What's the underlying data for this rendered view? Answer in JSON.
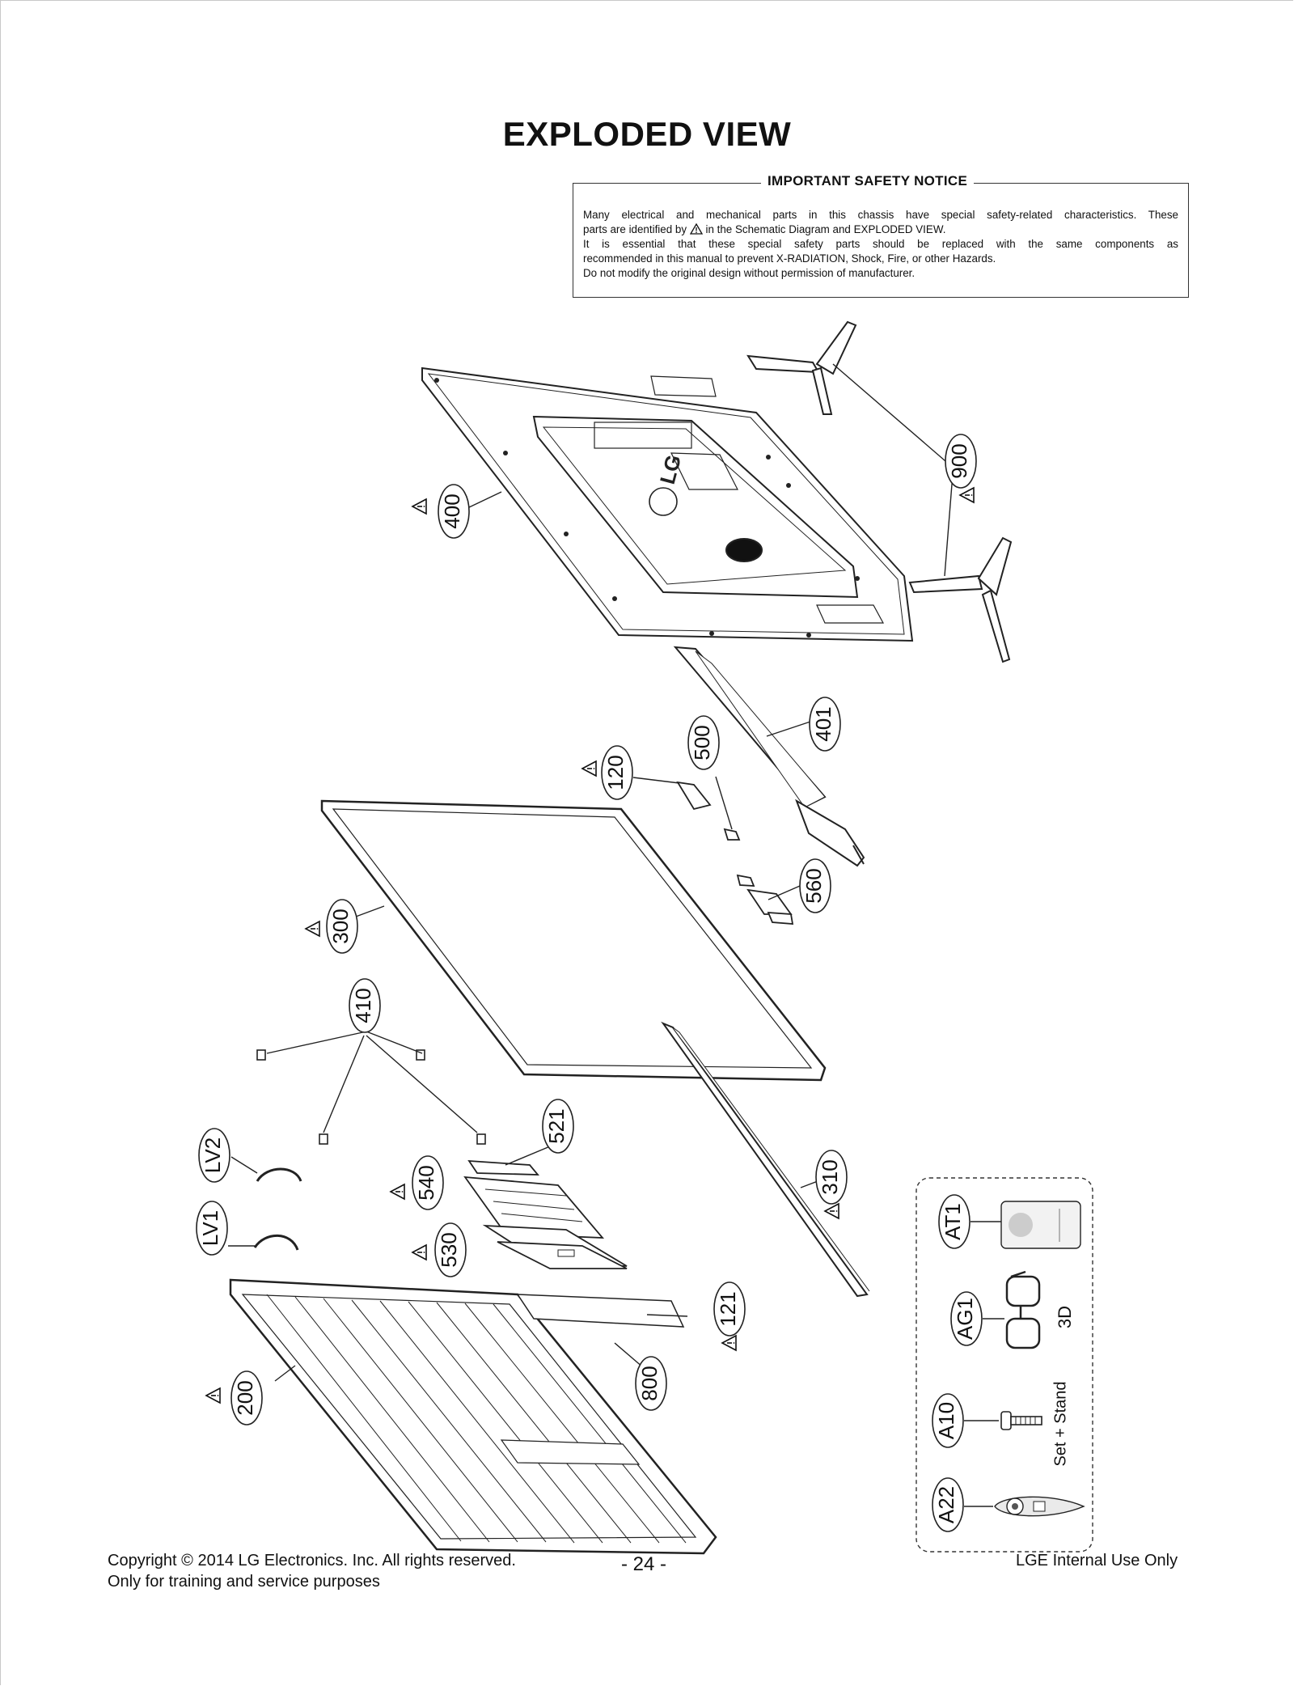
{
  "page": {
    "title": "EXPLODED VIEW",
    "page_number": "- 24 -"
  },
  "notice": {
    "title": "IMPORTANT SAFETY NOTICE",
    "line1": "Many electrical and mechanical parts in this chassis have special safety-related characteristics. These",
    "line2_a": "parts are identified by",
    "line2_b": "in the Schematic Diagram and EXPLODED VIEW.",
    "line3": "It is essential that these special safety parts should be replaced with the same components as",
    "line4": "recommended in this manual to prevent X-RADIATION, Shock, Fire, or other Hazards.",
    "line5": "Do not modify the original design without permission of manufacturer."
  },
  "parts": {
    "p400": "400",
    "p900": "900",
    "p401": "401",
    "p500": "500",
    "p120": "120",
    "p560": "560",
    "p300": "300",
    "p410": "410",
    "p521": "521",
    "p540": "540",
    "p530": "530",
    "p310": "310",
    "p121": "121",
    "p800": "800",
    "p200": "200",
    "lv2": "LV2",
    "lv1": "LV1"
  },
  "accessories": {
    "at1": "AT1",
    "ag1": "AG1",
    "a10": "A10",
    "a22": "A22",
    "label_3d": "3D",
    "label_set_stand": "Set + Stand"
  },
  "logo": {
    "brand": "LG"
  },
  "footer": {
    "copyright": "Copyright  © 2014 LG Electronics. Inc. All rights reserved.",
    "training": "Only for training and service purposes",
    "internal": "LGE Internal Use Only"
  }
}
